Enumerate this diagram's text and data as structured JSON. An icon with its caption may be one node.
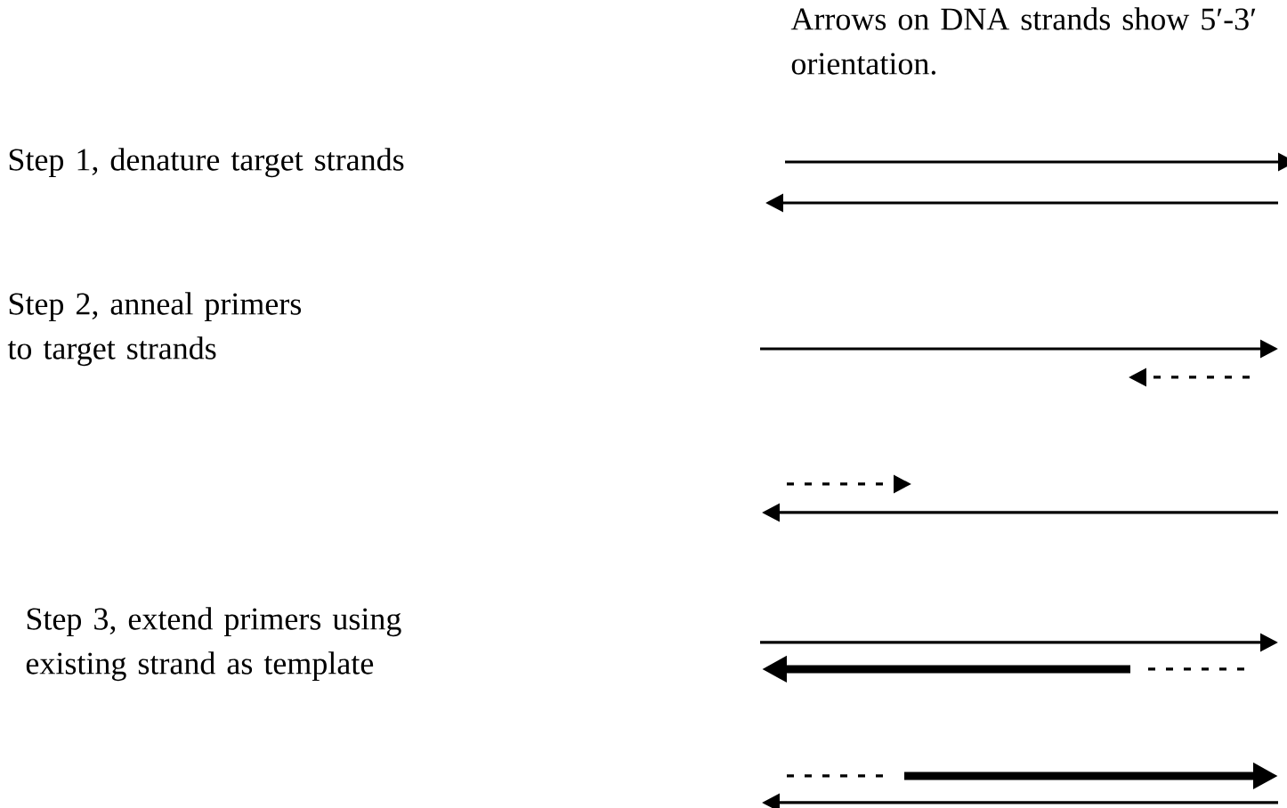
{
  "diagram": {
    "labels": [
      "Arrows on DNA strands show 5′-3′ orientation.",
      "Step 1, denature target strands",
      "Step 2, anneal primers to target strands",
      "Step 3, extend primers using existing strand as template"
    ]
  }
}
